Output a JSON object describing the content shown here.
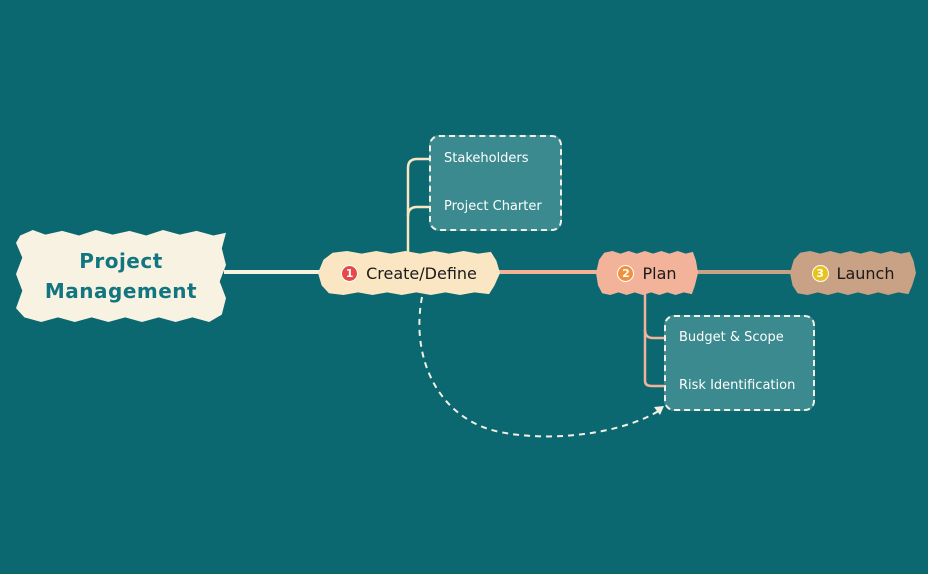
{
  "root": {
    "line1": "Project",
    "line2": "Management",
    "color": "#f7f2e2",
    "text_color": "#137580"
  },
  "background": "#0b6870",
  "stages": [
    {
      "number": "1",
      "label": "Create/Define",
      "color": "#fbe6c4",
      "badge_color": "#e84848",
      "children": [
        "Stakeholders",
        "Project Charter"
      ]
    },
    {
      "number": "2",
      "label": "Plan",
      "color": "#f2b39a",
      "badge_color": "#f0913f",
      "children": [
        "Budget & Scope",
        "Risk Identification"
      ]
    },
    {
      "number": "3",
      "label": "Launch",
      "color": "#c9a184",
      "badge_color": "#e9c21d",
      "children": []
    }
  ]
}
